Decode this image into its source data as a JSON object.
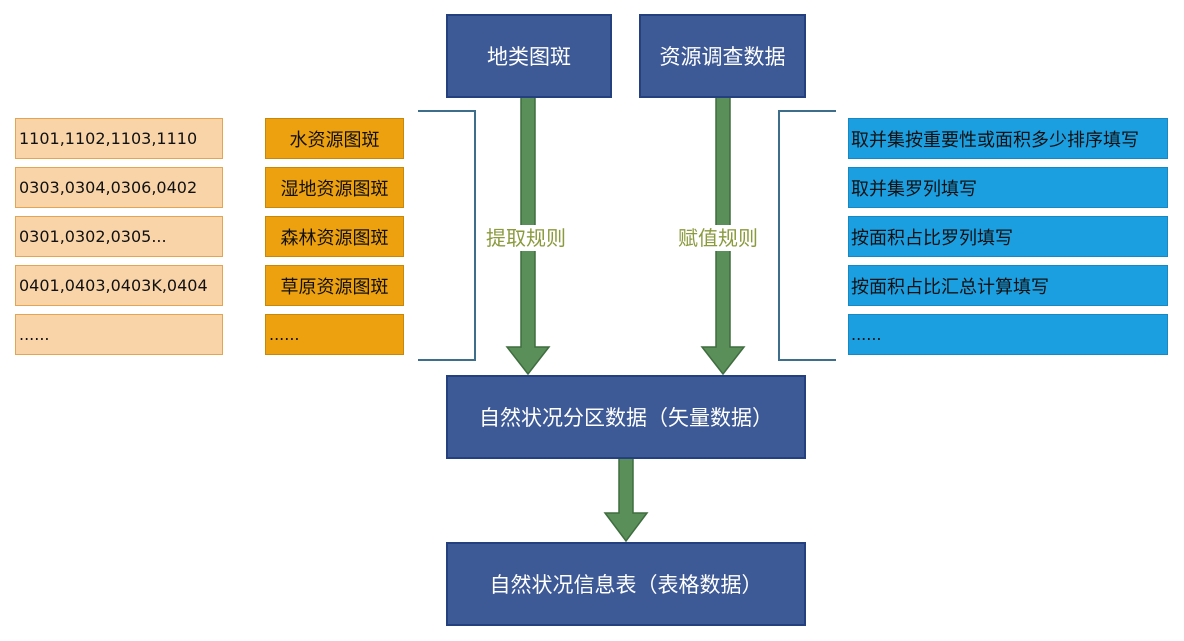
{
  "top_boxes": {
    "land_patch": "地类图斑",
    "resource_survey": "资源调查数据"
  },
  "code_list": [
    "1101,1102,1103,1110",
    "0303,0304,0306,0402",
    "0301,0302,0305...",
    "0401,0403,0403K,0404",
    "......"
  ],
  "resource_patch_list": [
    "水资源图斑",
    "湿地资源图斑",
    "森林资源图斑",
    "草原资源图斑",
    "......"
  ],
  "assignment_methods": [
    "取并集按重要性或面积多少排序填写",
    "取并集罗列填写",
    "按面积占比罗列填写",
    "按面积占比汇总计算填写",
    "......"
  ],
  "rules": {
    "extract": "提取规则",
    "assign": "赋值规则"
  },
  "middle_box": "自然状况分区数据（矢量数据）",
  "bottom_box": "自然状况信息表（表格数据）",
  "colors": {
    "navy": "#3d5a96",
    "peach": "#f8d4a8",
    "orange": "#eea10e",
    "blue": "#1c9fe0",
    "arrow_green": "#5a8f59",
    "bracket": "#3d6f8c",
    "rule_text": "#8a9a3d"
  }
}
